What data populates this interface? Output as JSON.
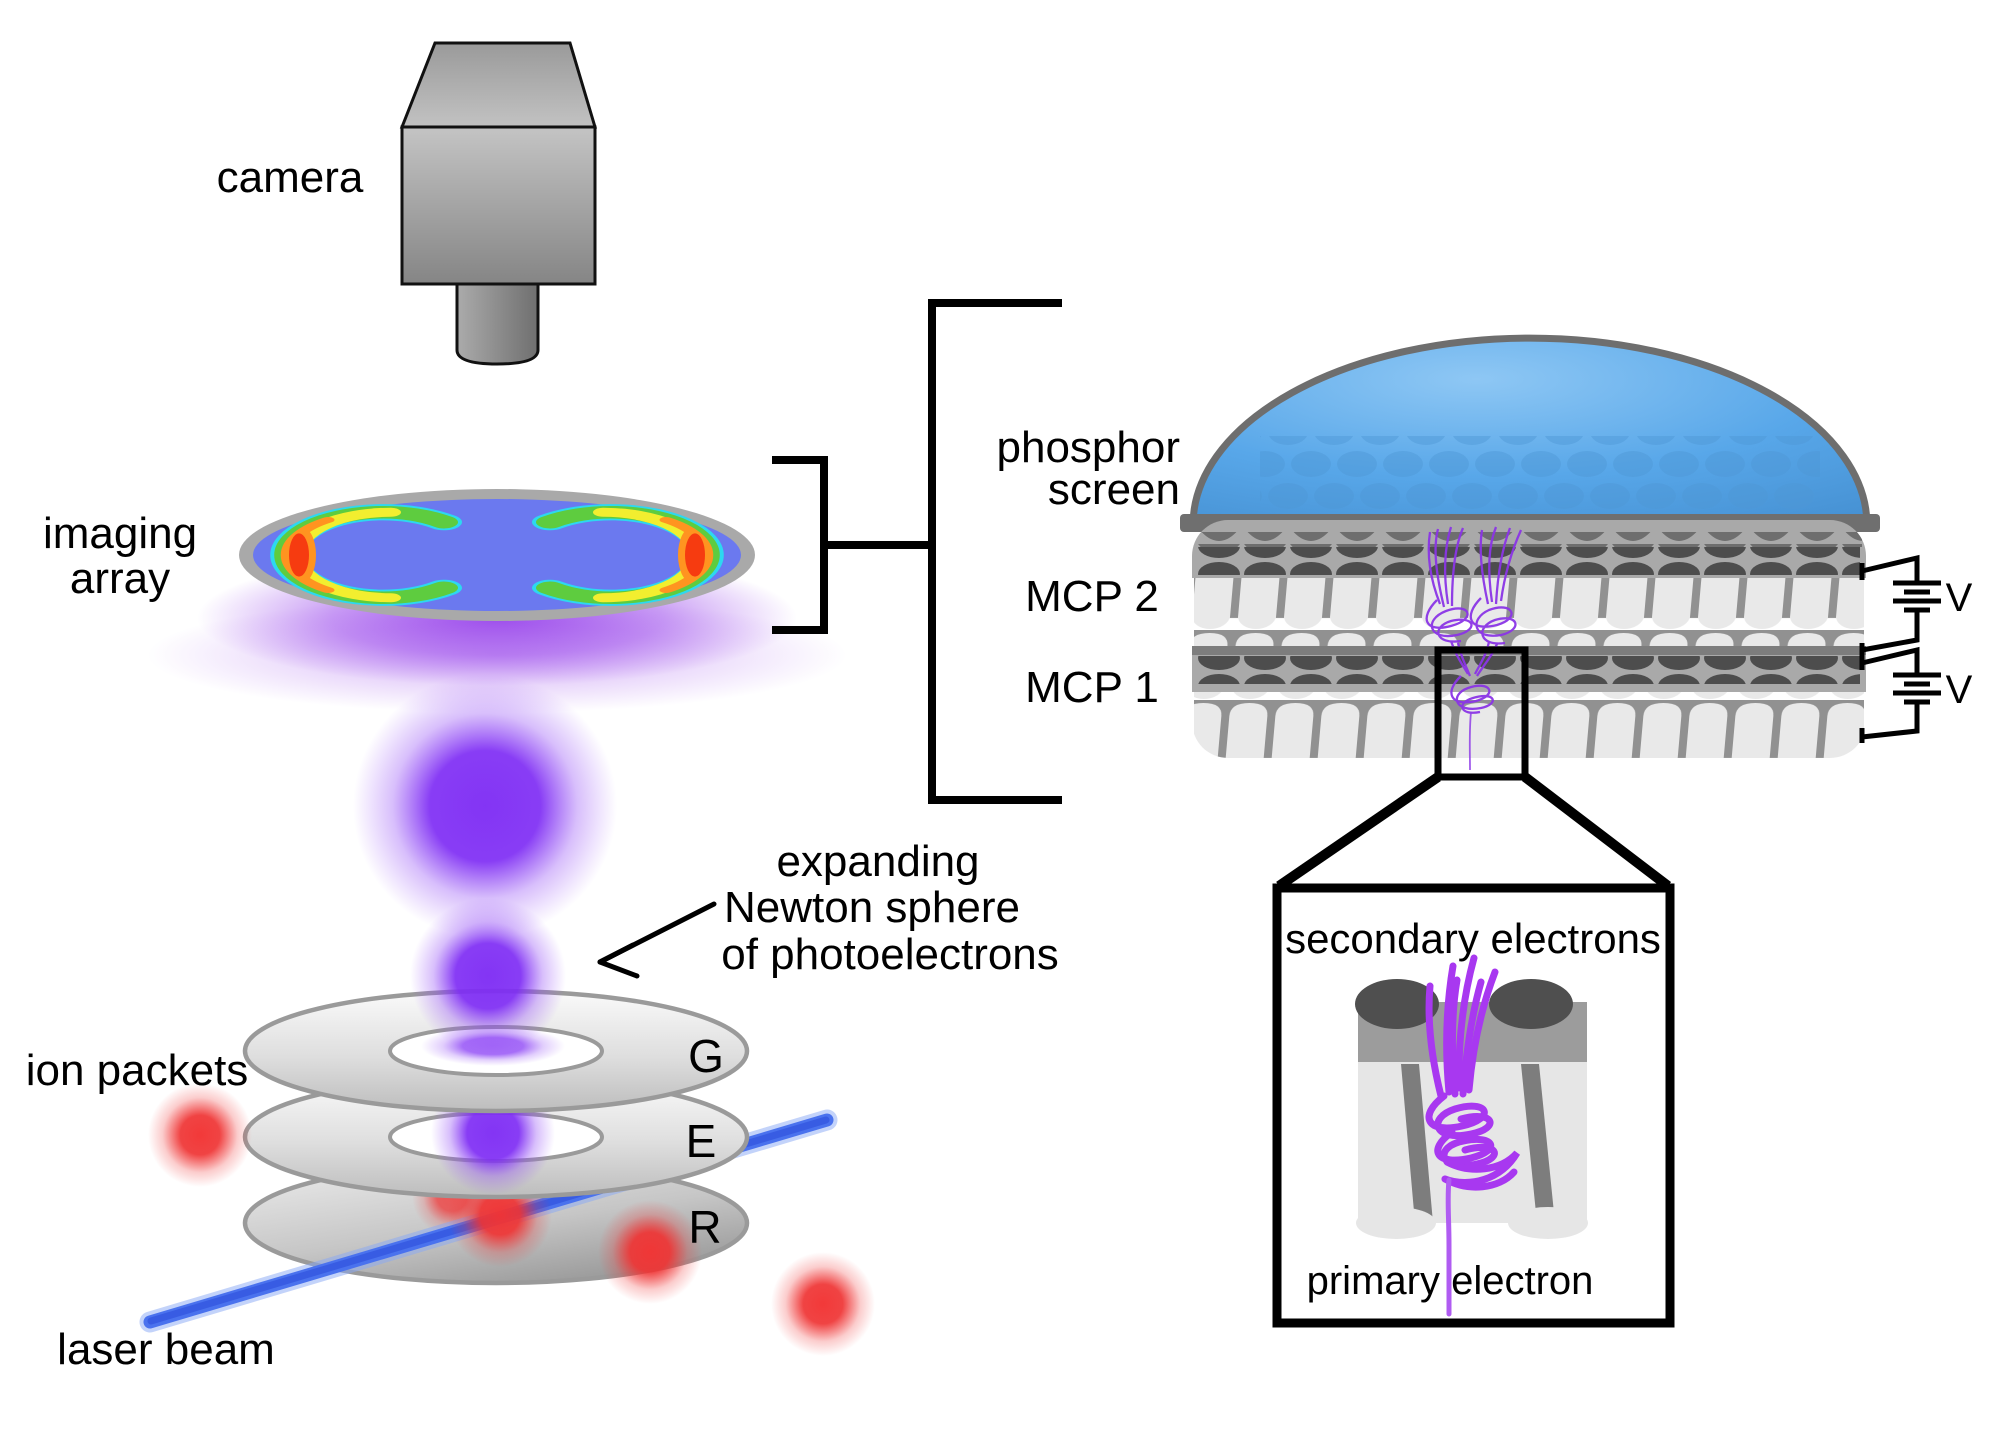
{
  "labels": {
    "camera": "camera",
    "imaging_array_1": "imaging",
    "imaging_array_2": "array",
    "newton_1": "expanding",
    "newton_2": "Newton sphere",
    "newton_3": "of photoelectrons",
    "ion_packets": "ion packets",
    "laser_beam": "laser beam",
    "phosphor_1": "phosphor",
    "phosphor_2": "screen",
    "mcp2": "MCP 2",
    "mcp1": "MCP 1",
    "v_top": "V",
    "v_bottom": "V",
    "electrode_g": "G",
    "electrode_e": "E",
    "electrode_r": "R",
    "secondary_electrons": "secondary electrons",
    "primary_electron": "primary electron"
  },
  "colors": {
    "electron_purple": "#7E2CF4",
    "trace_purple": "#8B35E6",
    "inset_trace_purple": "#A838F0",
    "ion_red": "#EE3333",
    "laser_blue": "#3C64E8",
    "phosphor_blue": "#58A7E9",
    "array_blue": "#6B79EF",
    "crescent_cyan": "#2DD8F0",
    "crescent_green": "#5ECC3F",
    "crescent_yellow": "#F2EE2F",
    "crescent_orange": "#FF9420",
    "crescent_red": "#F63B10",
    "metal_gray": "#A9A9A9",
    "line_black": "#000000"
  }
}
